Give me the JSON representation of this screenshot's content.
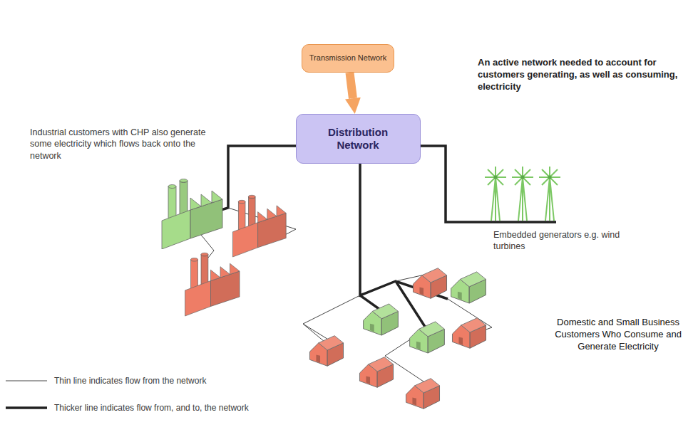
{
  "diagram": {
    "nodes": [
      {
        "text": [
          "Transmission Network"
        ]
      },
      {
        "text": [
          "Distribution Network"
        ]
      }
    ],
    "edges": [
      {
        "from": 0,
        "to": 1,
        "arrow": "to"
      }
    ],
    "labels": [
      "An active network needed to account for customers generating, as well as consuming, electricity",
      "Industrial customers with CHP also generate some electricity which flows back onto the network",
      "Embedded generators e.g. wind turbines",
      "Domestic and Small Business Customers Who Consume and Generate Electricity"
    ],
    "legend": [
      {
        "text": "Thin line indicates flow from the network"
      },
      {
        "text": "Thicker line indicates flow from, and to, the network"
      }
    ]
  }
}
